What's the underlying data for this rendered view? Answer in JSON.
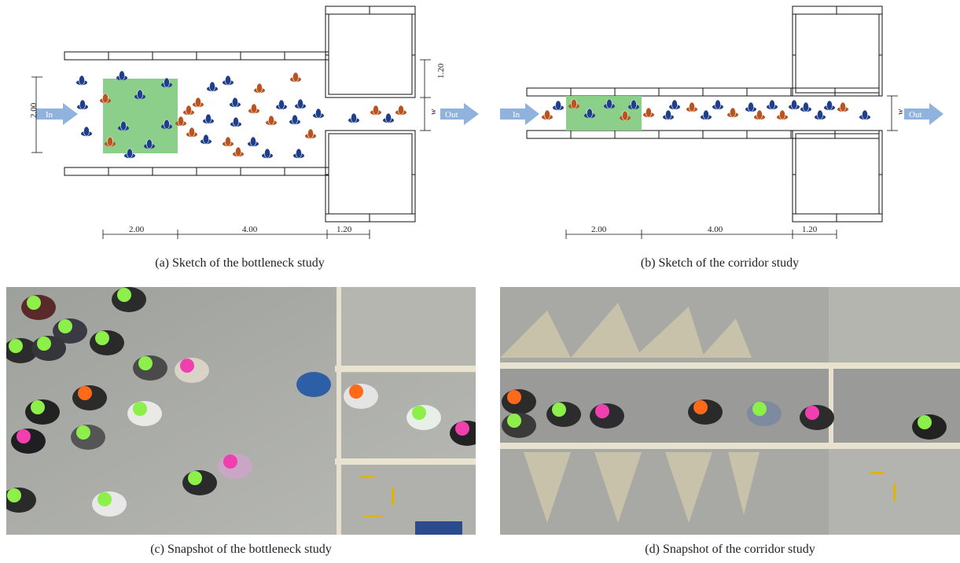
{
  "figure": {
    "panel_a": {
      "caption": "(a)  Sketch of the bottleneck study",
      "in_label": "In",
      "out_label": "Out",
      "dim_left": "2.00",
      "dim_right_top": "1.20",
      "dim_w": "w",
      "dim_bottom": [
        "2.00",
        "4.00",
        "1.20"
      ]
    },
    "panel_b": {
      "caption": "(b)  Sketch of the corridor study",
      "in_label": "In",
      "out_label": "Out",
      "dim_w": "w",
      "dim_bottom": [
        "2.00",
        "4.00",
        "1.20"
      ]
    },
    "panel_c": {
      "caption": "(c)  Snapshot of the bottleneck study"
    },
    "panel_d": {
      "caption": "(d)  Snapshot of the corridor study"
    }
  },
  "colors": {
    "blue_pedestrian": "#1f3f8a",
    "orange_pedestrian": "#b9531f",
    "green_area": "#8ccf8a",
    "arrow": "#8fb3dc",
    "cap_green": "#8df04a",
    "cap_pink": "#f040b0",
    "cap_orange": "#ff6a1a"
  }
}
